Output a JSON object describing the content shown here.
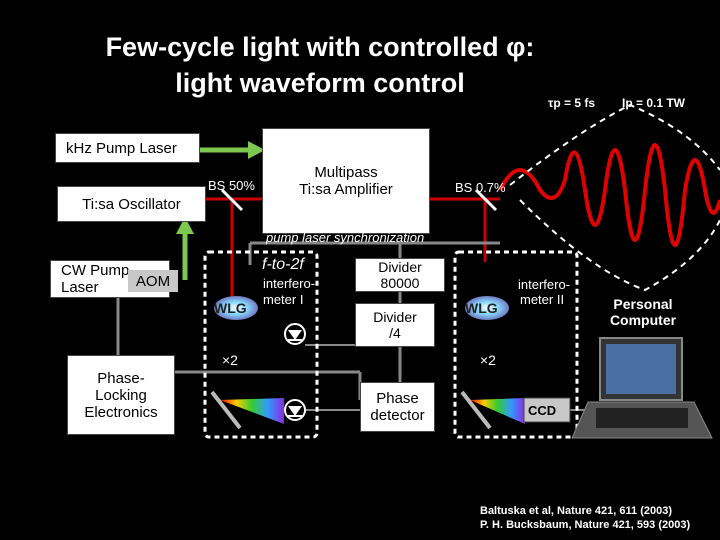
{
  "title": {
    "line1": "Few-cycle light with controlled φ:",
    "line2": "light waveform control"
  },
  "pulse": {
    "tau": "τp = 5 fs",
    "power": "Ip = 0.1 TW"
  },
  "boxes": {
    "pump_laser": "kHz Pump Laser",
    "oscillator": "Ti:sa Oscillator",
    "amplifier_line1": "Multipass",
    "amplifier_line2": "Ti:sa Amplifier",
    "cw_pump_line1": "CW Pump",
    "cw_pump_line2": "Laser",
    "aom": "AOM",
    "phase_locking_line1": "Phase-",
    "phase_locking_line2": "Locking",
    "phase_locking_line3": "Electronics",
    "divider1_line1": "Divider",
    "divider1_line2": "80000",
    "divider2_line1": "Divider",
    "divider2_line2": "/4",
    "phase_detector_line1": "Phase",
    "phase_detector_line2": "detector",
    "computer_line1": "Personal",
    "computer_line2": "Computer"
  },
  "labels": {
    "bs50": "BS 50%",
    "bs07": "BS 0.7%",
    "sync": "pump laser synchronization",
    "f_to_2f": "f-to-2f",
    "interfero1_line1": "interfero-",
    "interfero1_line2": "meter I",
    "interfero2_line1": "interfero-",
    "interfero2_line2": "meter II",
    "wlg1": "WLG",
    "wlg2": "WLG",
    "x2_left": "×2",
    "x2_right": "×2",
    "ccd": "CCD"
  },
  "references": {
    "ref1": "Baltuska et al, Nature 421, 611 (2003)",
    "ref2": "P. H. Bucksbaum, Nature 421, 593 (2003)"
  },
  "colors": {
    "pump_arrow": "#7ec850",
    "beam": "#cc0000",
    "pulse_wave": "#e00000"
  }
}
